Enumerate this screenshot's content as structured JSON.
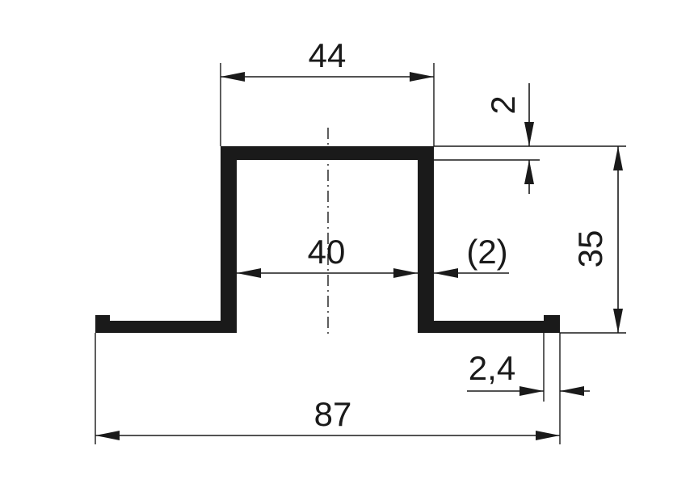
{
  "drawing": {
    "colors": {
      "ink": "#1a1a1a",
      "background": "#ffffff"
    },
    "dimensions": {
      "top_width": "44",
      "wall_thickness": "2",
      "height": "35",
      "inner_width": "40",
      "side_wall": "(2)",
      "flange_thickness": "2,4",
      "total_width": "87"
    }
  }
}
